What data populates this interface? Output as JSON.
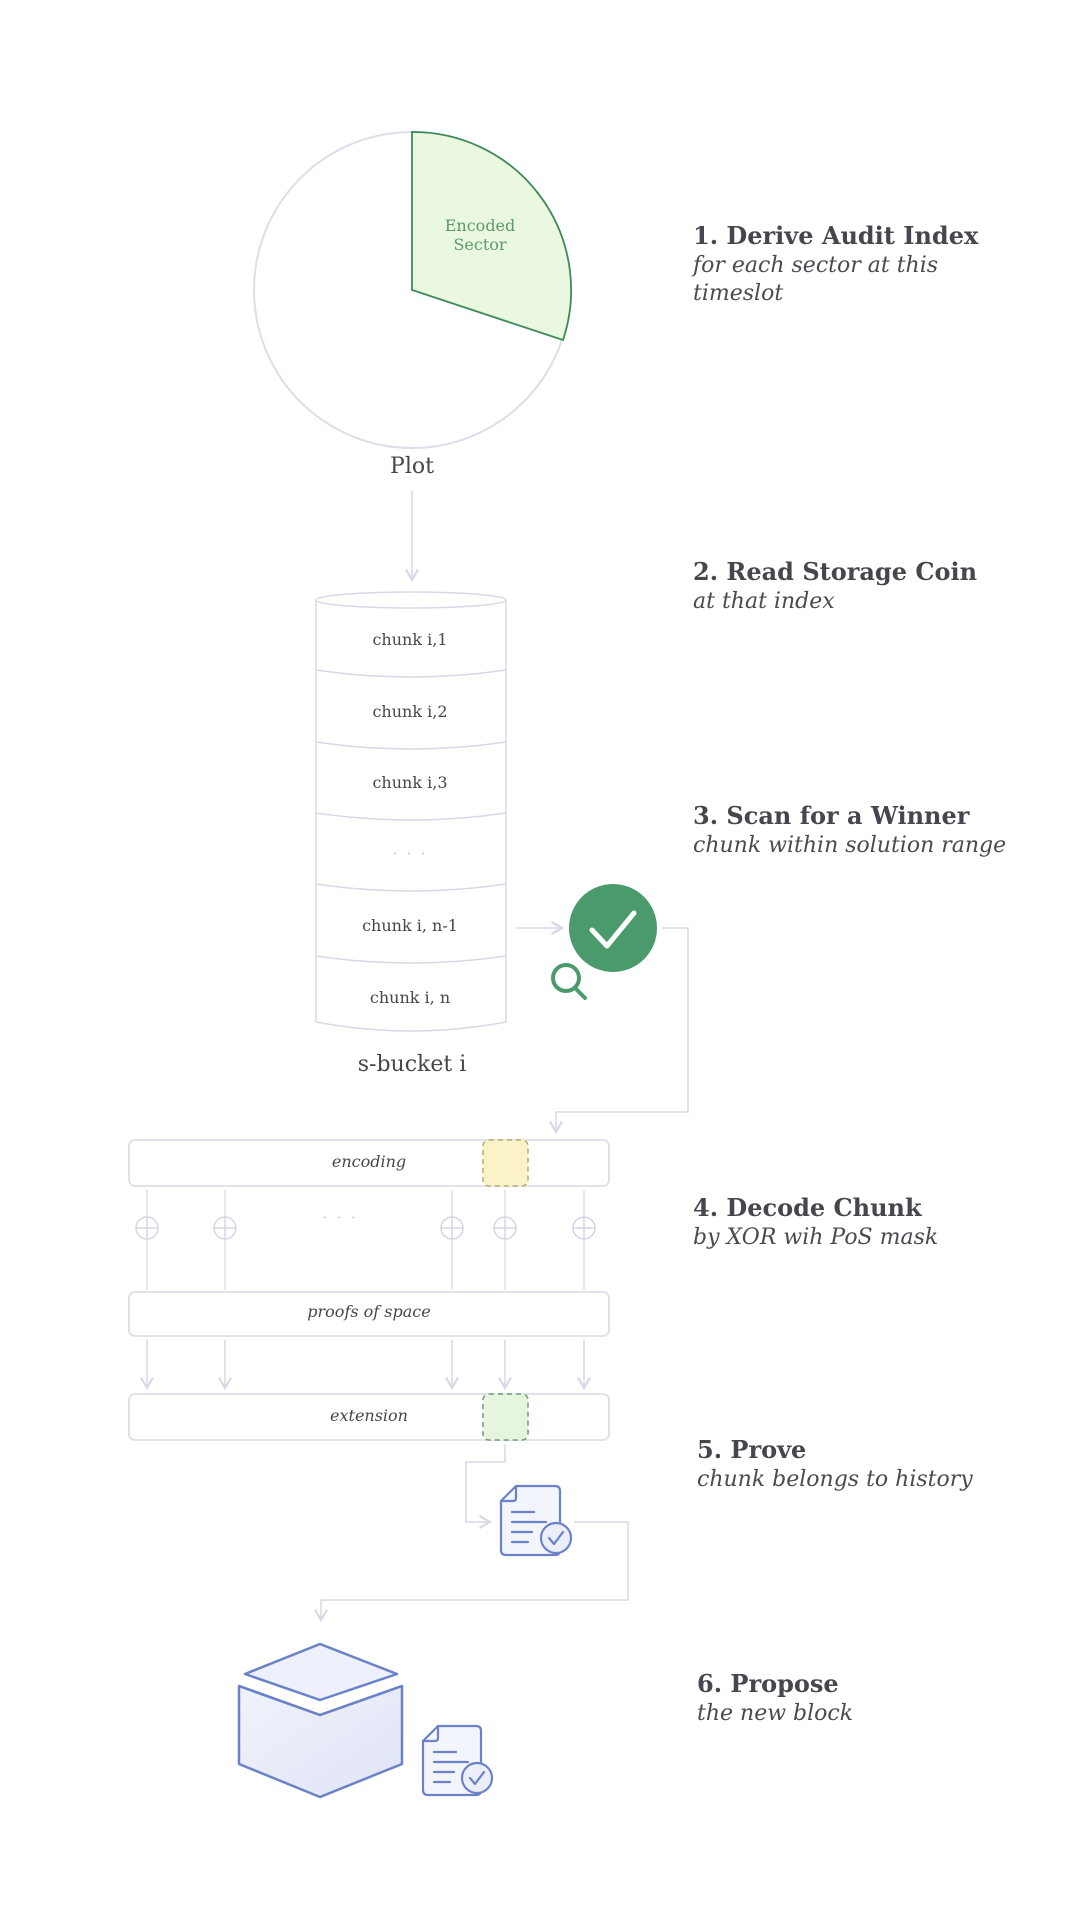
{
  "plot": {
    "sector_label_line1": "Encoded",
    "sector_label_line2": "Sector",
    "caption": "Plot"
  },
  "bucket": {
    "chunks": [
      "chunk i,1",
      "chunk i,2",
      "chunk i,3",
      "· · ·",
      "chunk i, n-1",
      "chunk i, n"
    ],
    "caption": "s-bucket i"
  },
  "decode": {
    "encoding_label": "encoding",
    "pos_label": "proofs of space",
    "extension_label": "extension",
    "ellipsis": "· · ·"
  },
  "steps": [
    {
      "title": "1. Derive Audit Index",
      "subtitle": "for each sector at this timeslot"
    },
    {
      "title": "2. Read Storage Coin",
      "subtitle": "at that index"
    },
    {
      "title": "3. Scan for a Winner",
      "subtitle": "chunk within solution range"
    },
    {
      "title": "4. Decode Chunk",
      "subtitle": "by XOR wih PoS mask"
    },
    {
      "title": "5. Prove",
      "subtitle": "chunk belongs to history"
    },
    {
      "title": "6. Propose",
      "subtitle": "the new block"
    }
  ],
  "colors": {
    "sector_fill": "#eaf8df",
    "sector_stroke": "#3d8a5a",
    "winner_green": "#4a9a6c",
    "line_gray": "#d7d9e8",
    "doc_blue": "#6b82c9",
    "encoding_highlight": "#fbf3c8",
    "extension_highlight": "#e6f5de"
  },
  "icons": [
    "check-circle-icon",
    "magnifier-icon",
    "xor-icon",
    "document-check-icon",
    "block-cube-icon"
  ]
}
